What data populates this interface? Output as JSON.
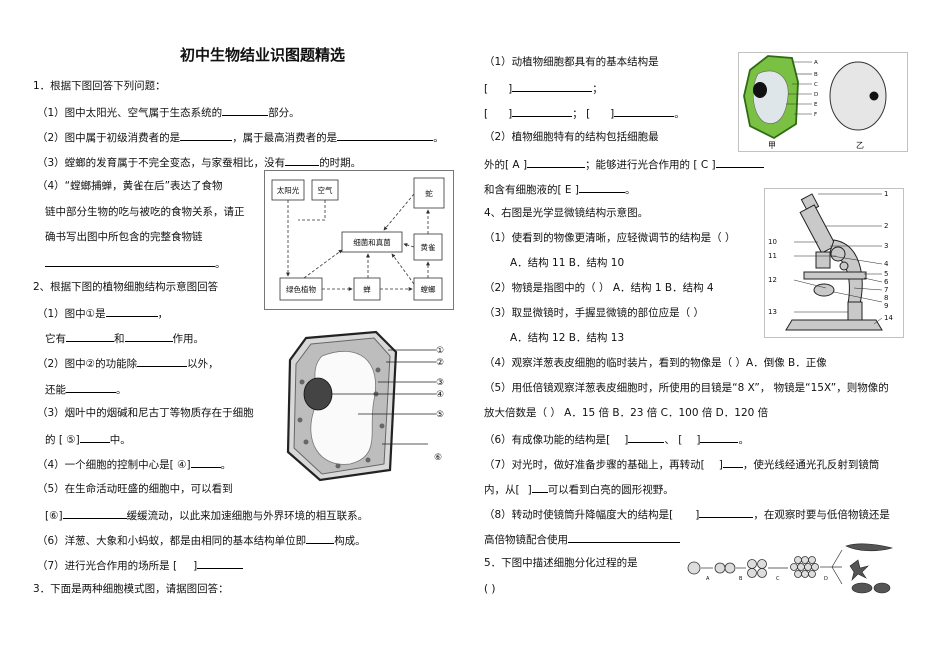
{
  "title": "初中生物结业识图题精选",
  "left": {
    "q1": {
      "stem": "1．根据下图回答下列问题：",
      "p1a": "（1）图中太阳光、空气属于生态系统的",
      "p1b": "部分。",
      "p2a": "（2）图中属于初级消费者的是",
      "p2b": "，属于最高消费者的是",
      "p2c": "。",
      "p3a": "（3）螳螂的发育属于不完全变态，与家蚕相比，没有",
      "p3b": "的时期。",
      "p4a": "（4）“螳螂捕蝉，黄雀在后”表达了食物",
      "p4b": "链中部分生物的吃与被吃的食物关系，请正",
      "p4c": "确书写出图中所包含的完整食物链",
      "p4d": "。"
    },
    "foodweb": {
      "sun": "太阳光",
      "air": "空气",
      "snake": "蛇",
      "bacteria": "细菌和真菌",
      "oriole": "黄雀",
      "plant": "绿色植物",
      "cicada": "蝉",
      "mantis": "螳螂"
    },
    "q2": {
      "stem": "2、根据下图的植物细胞结构示意图回答",
      "p1a": "（1）图中①是",
      "p1b": "，",
      "p1c": "它有",
      "p1d": "和",
      "p1e": "作用。",
      "p2a": "（2）图中②的功能除",
      "p2b": "以外，",
      "p2c": "还能",
      "p2d": "。",
      "p3a": "（3）烟叶中的烟碱和尼古丁等物质存在于细胞",
      "p3b": "的 [ ⑤]",
      "p3c": "中。",
      "p4a": "（4）一个细胞的控制中心是[ ④]",
      "p4b": "。",
      "p5a": "（5）在生命活动旺盛的细胞中，可以看到",
      "p5b": "[⑥]",
      "p5c": "缓缓流动，以此来加速细胞与外界环境的相互联系。",
      "p6a": "（6）洋葱、大象和小蚂蚁，都是由相同的基本结构单位即",
      "p6b": "构成。",
      "p7a": "（7）进行光合作用的场所是 [",
      "p7b": "]"
    },
    "cell_labels": [
      "①",
      "②",
      "③",
      "④",
      "⑤",
      "⑥"
    ],
    "q3": {
      "stem": "3．下面是两种细胞模式图，请据图回答："
    }
  },
  "right": {
    "q3": {
      "p1a": "（1）动植物细胞都具有的基本结构是",
      "p1b": "[",
      "p1c": "]",
      "p1d": "；",
      "p1e": "[",
      "p1f": "]",
      "p1g": "；",
      "p1h": "[",
      "p1i": "]",
      "p1j": "。",
      "p2a": "（2）植物细胞特有的结构包括细胞最",
      "p2b": "外的[ A ]",
      "p2c": "；能够进行光合作用的 [ C ]",
      "p2d": "和含有细胞液的[ E ]",
      "p2e": "。"
    },
    "cells_fig": {
      "labels": [
        "A",
        "B",
        "C",
        "D",
        "E",
        "F"
      ],
      "plant": "甲",
      "animal": "乙"
    },
    "q4": {
      "stem": "4、右图是光学显微镜结构示意图。",
      "p1": "（1）使看到的物像更清晰，应轻微调节的结构是（    ）",
      "p1o": "A．结构 11      B．结构 10",
      "p2": "（2）物镜是指图中的（    ）  A．结构 1        B．结构 4",
      "p3": "（3）取显微镜时，手握显微镜的部位应是（    ）",
      "p3o": "A．结构 12        B．结构 13",
      "p4": "（4）观察洋葱表皮细胞的临时装片，看到的物像是（    ）A．倒像    B．正像",
      "p5": "（5）用低倍镜观察洋葱表皮细胞时，所使用的目镜是“8 X”，   物镜是“15X”，则物像的",
      "p5b": "放大倍数是（    ）  A．15 倍    B．23 倍 C．100 倍 D．120 倍",
      "p6a": "（6）有成像功能的结构是[",
      "p6b": "]",
      "p6c": "、  [",
      "p6d": "]",
      "p6e": "。",
      "p7a": "（7）对光时，做好准备步骤的基础上，再转动[",
      "p7b": "]",
      "p7c": "，使光线经通光孔反射到镜筒",
      "p7d": "内，从[",
      "p7e": "]",
      "p7f": "可以看到白亮的圆形视野。",
      "p8a": "（8）转动时使镜筒升降幅度大的结构是[",
      "p8b": "]",
      "p8c": "，在观察时要与低倍物镜还是",
      "p8d": "高倍物镜配合使用"
    },
    "scope_labels": [
      "1",
      "2",
      "3",
      "4",
      "5",
      "6",
      "7",
      "8",
      "9",
      "10",
      "11",
      "12",
      "13",
      "14"
    ],
    "q5": {
      "stem": "5．下图中描述细胞分化过程的是",
      "paren": "(        )"
    },
    "diff_labels": [
      "A",
      "B",
      "C",
      "D"
    ]
  }
}
